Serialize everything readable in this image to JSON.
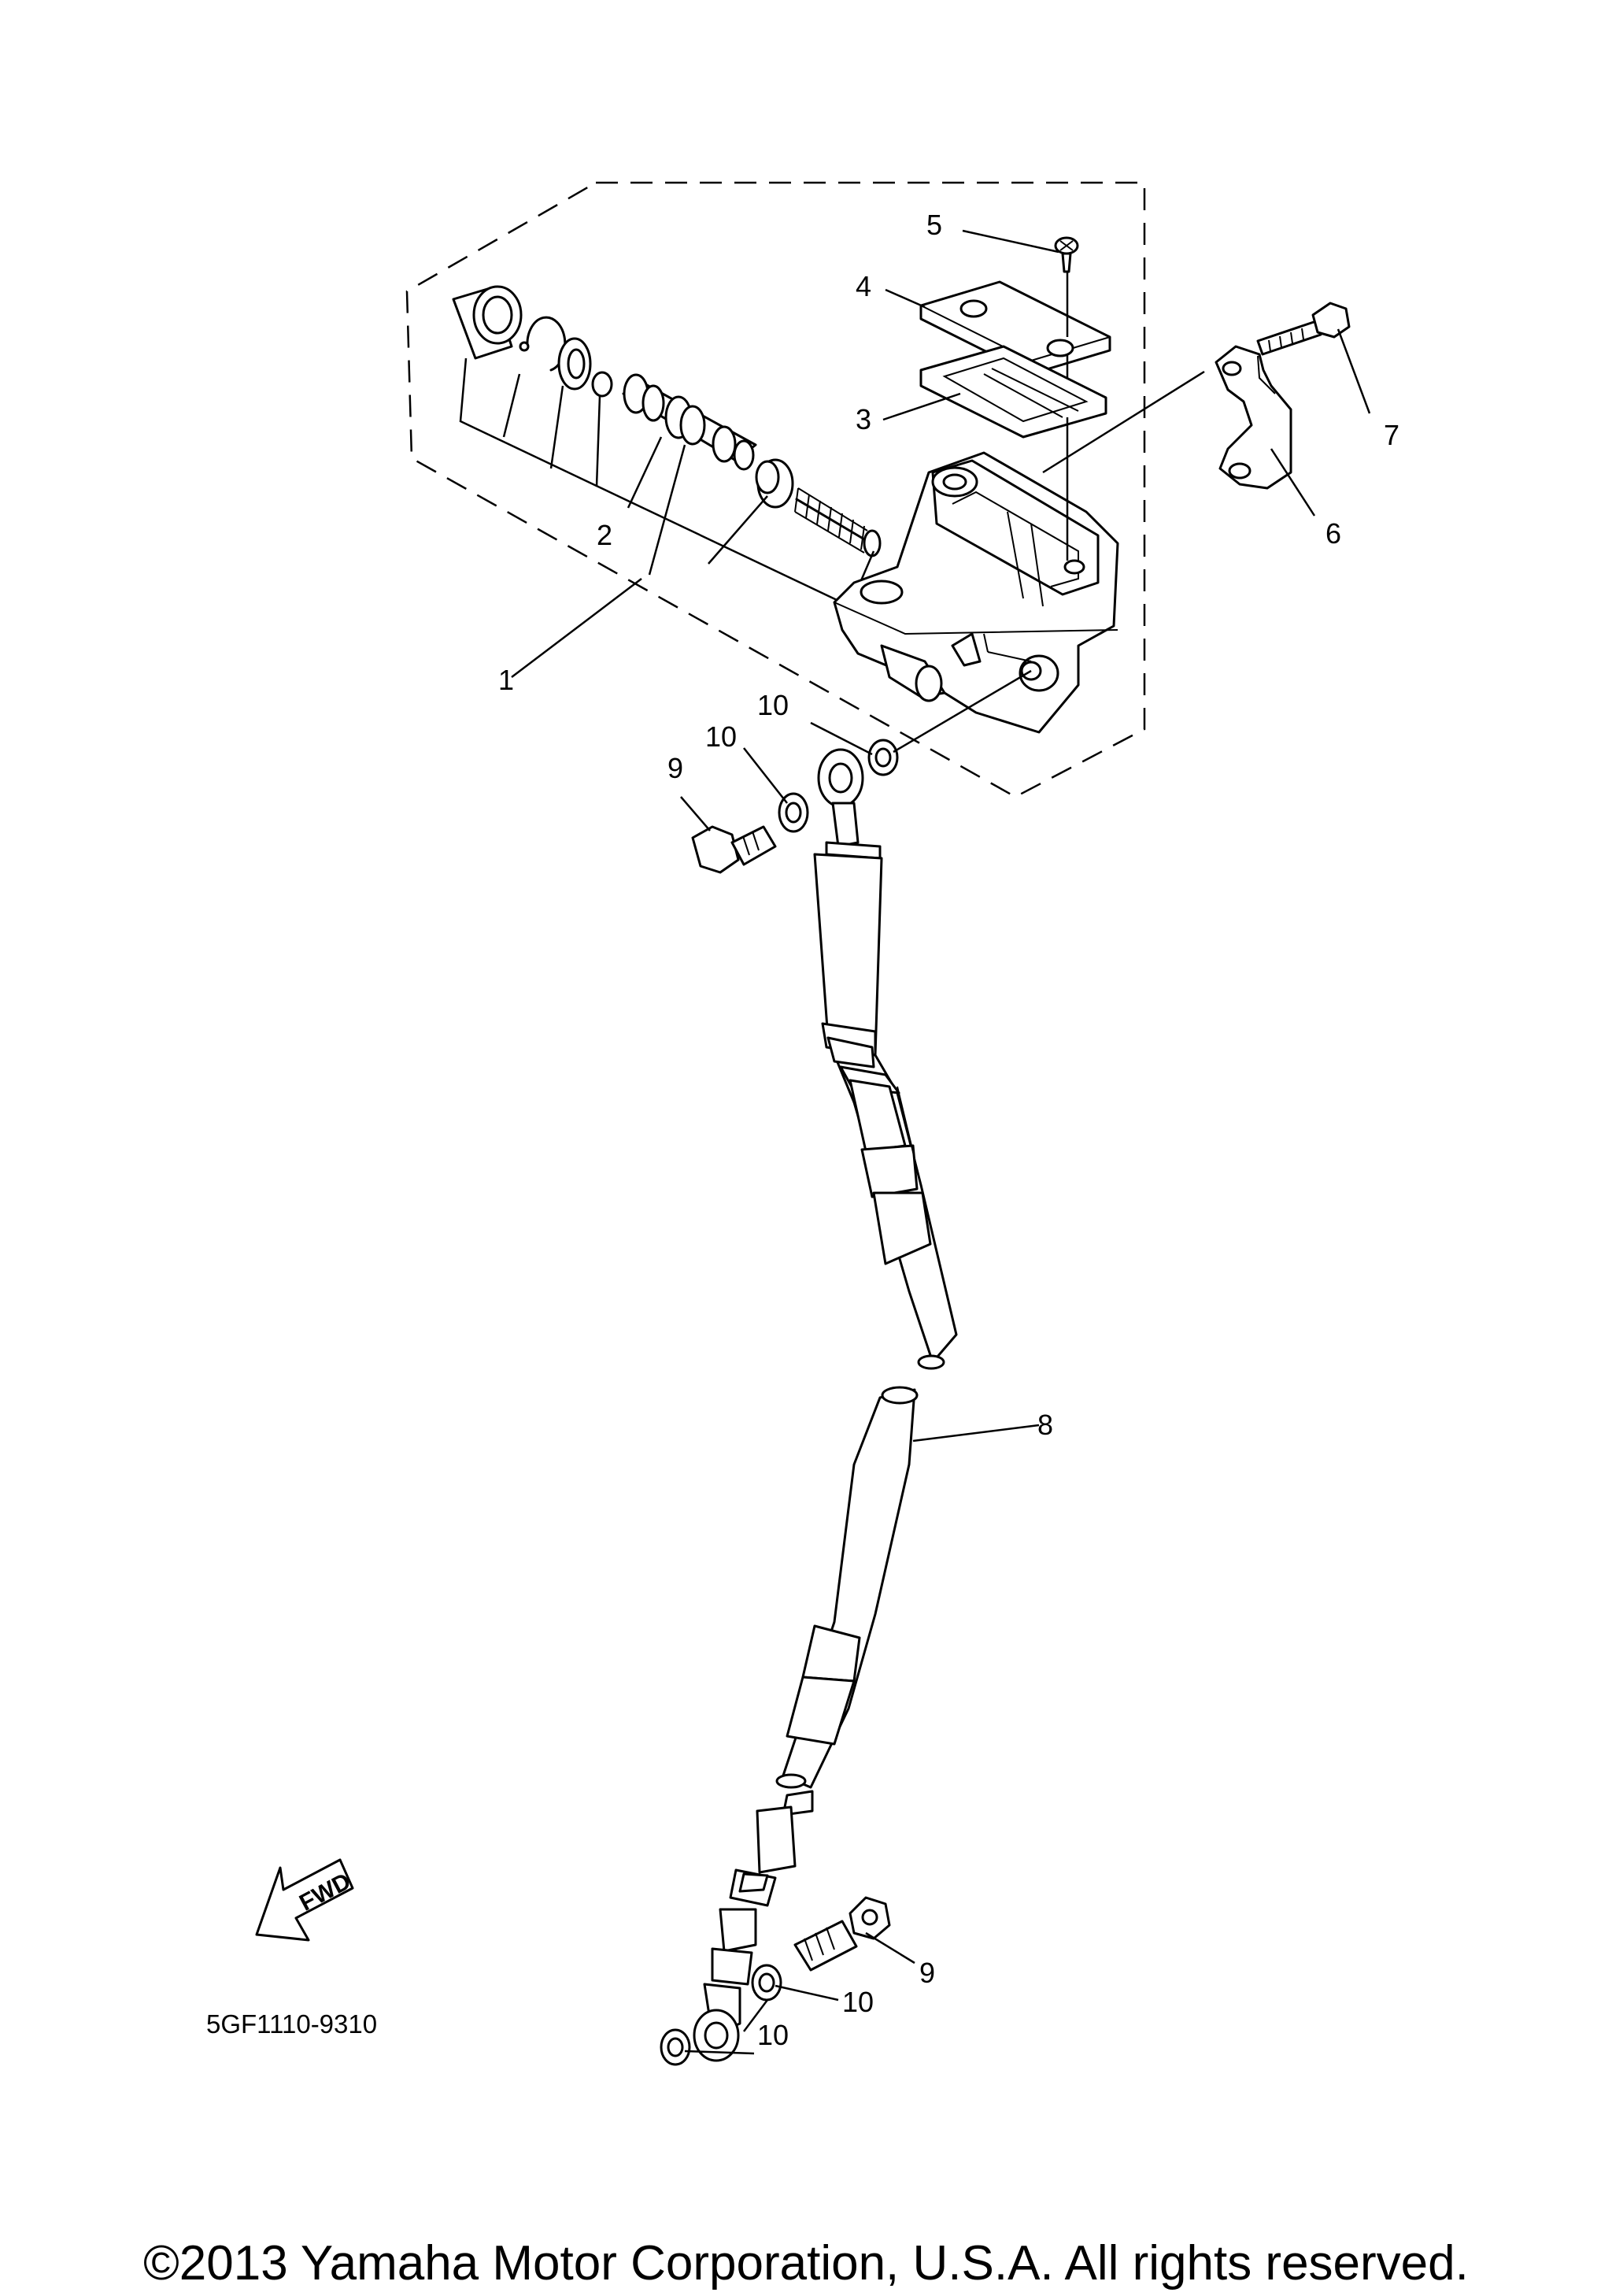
{
  "diagram": {
    "callouts": {
      "c1": "1",
      "c2": "2",
      "c3": "3",
      "c4": "4",
      "c5": "5",
      "c6": "6",
      "c7": "7",
      "c8": "8",
      "c9a": "9",
      "c9b": "9",
      "c10a": "10",
      "c10b": "10",
      "c10c": "10",
      "c10d": "10"
    },
    "fwd_label": "FWD",
    "part_code": "5GF1110-9310"
  },
  "footer": {
    "copyright": "©2013 Yamaha Motor Corporation, U.S.A. All rights reserved."
  }
}
